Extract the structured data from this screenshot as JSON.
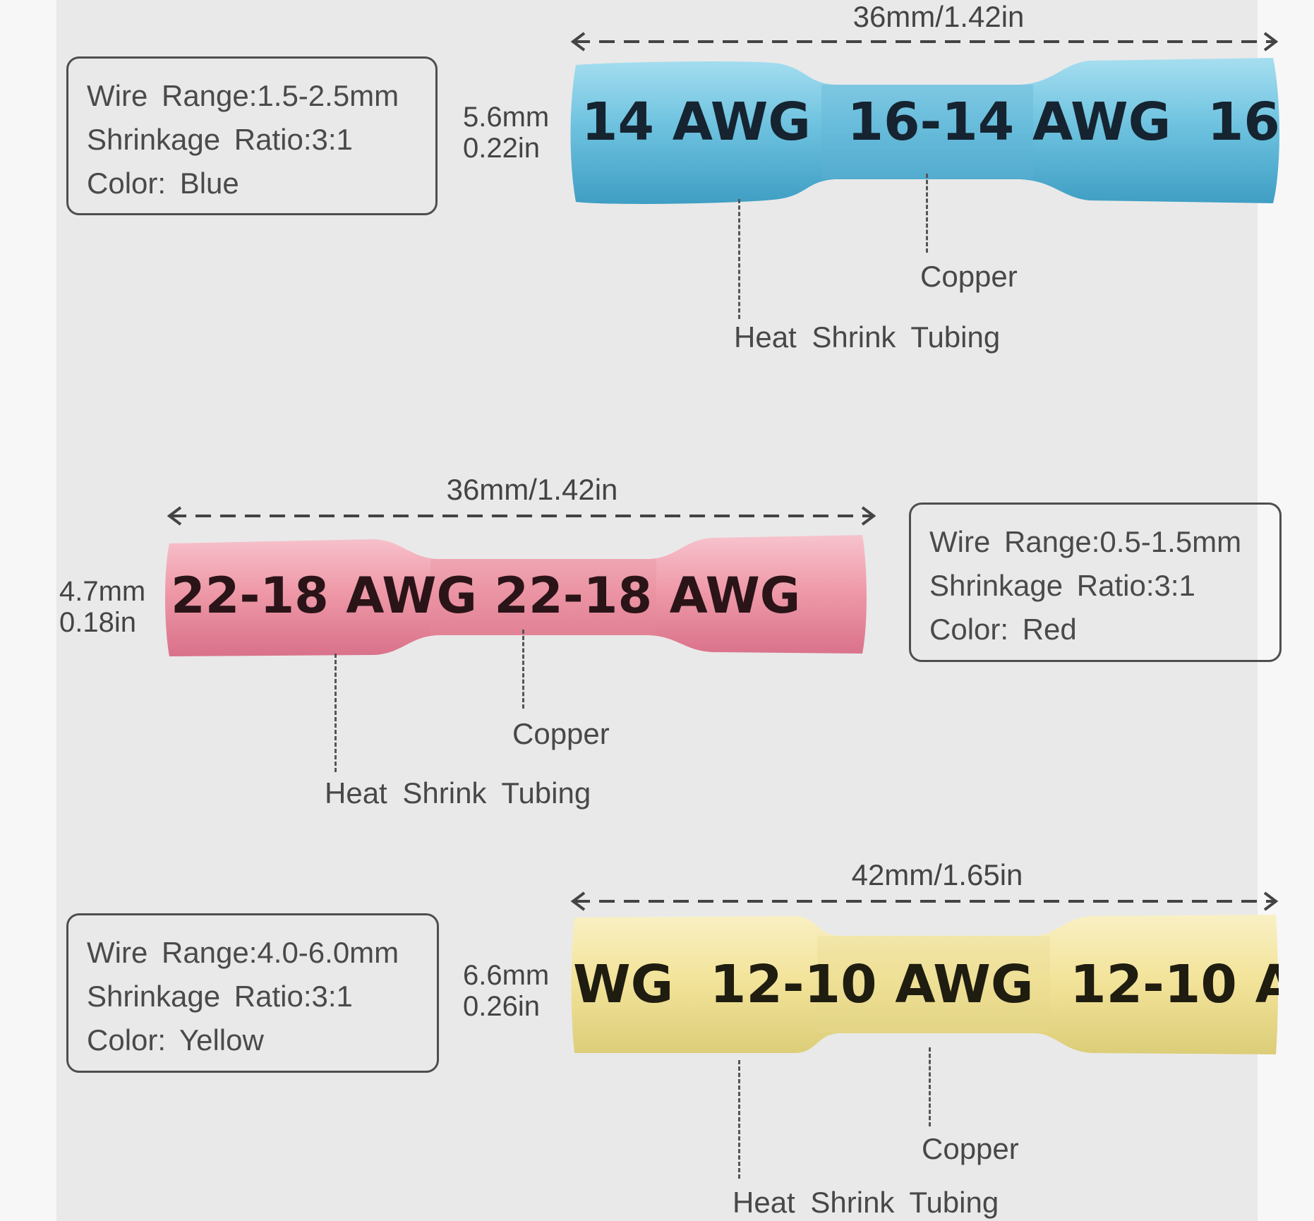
{
  "connectors": [
    {
      "id": "blue",
      "color_main": "#6fc3e0",
      "color_light": "#a6def0",
      "color_dark": "#3f9ec4",
      "length_label": "36mm/1.42in",
      "diameter_mm": "5.6mm",
      "diameter_in": "0.22in",
      "print_text": "14 AWG  16-14 AWG  16-",
      "spec": {
        "wire_range": "Wire  Range:1.5-2.5mm",
        "shrinkage": "Shrinkage  Ratio:3:1",
        "color": "Color:  Blue"
      },
      "callouts": {
        "copper": "Copper",
        "tubing": "Heat  Shrink  Tubing"
      }
    },
    {
      "id": "red",
      "color_main": "#ef9aa9",
      "color_light": "#f7c3cd",
      "color_dark": "#d9718a",
      "length_label": "36mm/1.42in",
      "diameter_mm": "4.7mm",
      "diameter_in": "0.18in",
      "print_text": "22-18 AWG 22-18 AWG",
      "spec": {
        "wire_range": "Wire  Range:0.5-1.5mm",
        "shrinkage": "Shrinkage  Ratio:3:1",
        "color": "Color:  Red"
      },
      "callouts": {
        "copper": "Copper",
        "tubing": "Heat  Shrink  Tubing"
      }
    },
    {
      "id": "yellow",
      "color_main": "#f3e49b",
      "color_light": "#f9f0c4",
      "color_dark": "#dccd78",
      "length_label": "42mm/1.65in",
      "diameter_mm": "6.6mm",
      "diameter_in": "0.26in",
      "print_text": "WG  12-10 AWG  12-10 AV",
      "spec": {
        "wire_range": "Wire  Range:4.0-6.0mm",
        "shrinkage": "Shrinkage  Ratio:3:1",
        "color": "Color:  Yellow"
      },
      "callouts": {
        "copper": "Copper",
        "tubing": "Heat  Shrink  Tubing"
      }
    }
  ]
}
